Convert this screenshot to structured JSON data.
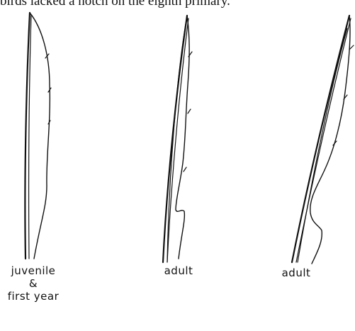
{
  "header": {
    "text": "birds lacked a notch on the eighth primary."
  },
  "labels": {
    "juvenile_line1": "juvenile",
    "juvenile_line2": "&",
    "juvenile_line3": "first year",
    "adult_middle": "adult",
    "adult_right": "adult"
  },
  "colors": {
    "ink": "#111111",
    "background": "#ffffff"
  }
}
